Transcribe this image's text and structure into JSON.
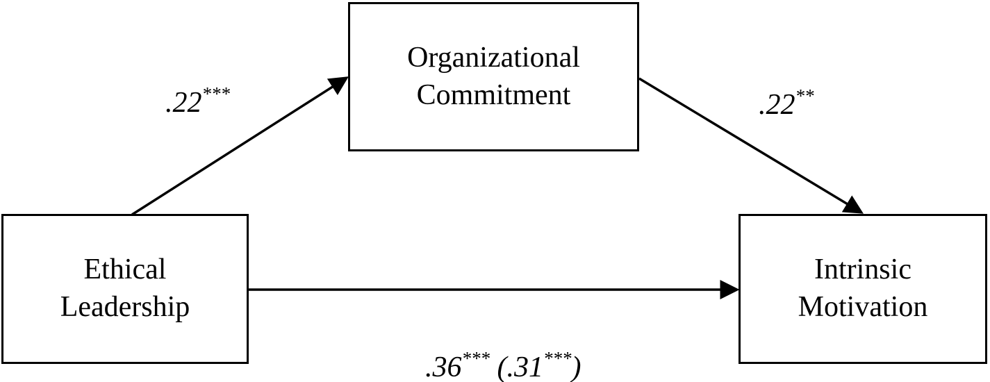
{
  "nodes": {
    "organizational_commitment": {
      "line1": "Organizational",
      "line2": "Commitment"
    },
    "ethical_leadership": {
      "line1": "Ethical",
      "line2": "Leadership"
    },
    "intrinsic_motivation": {
      "line1": "Intrinsic",
      "line2": "Motivation"
    }
  },
  "edges": {
    "a_path": {
      "coefficient": ".22",
      "significance": "***"
    },
    "b_path": {
      "coefficient": ".22",
      "significance": "**"
    },
    "c_path": {
      "coefficient": ".36",
      "significance": "***",
      "direct_coefficient": "(.31",
      "direct_significance": "***",
      "close_paren": ")"
    }
  },
  "colors": {
    "stroke": "#000000",
    "background": "#ffffff"
  }
}
